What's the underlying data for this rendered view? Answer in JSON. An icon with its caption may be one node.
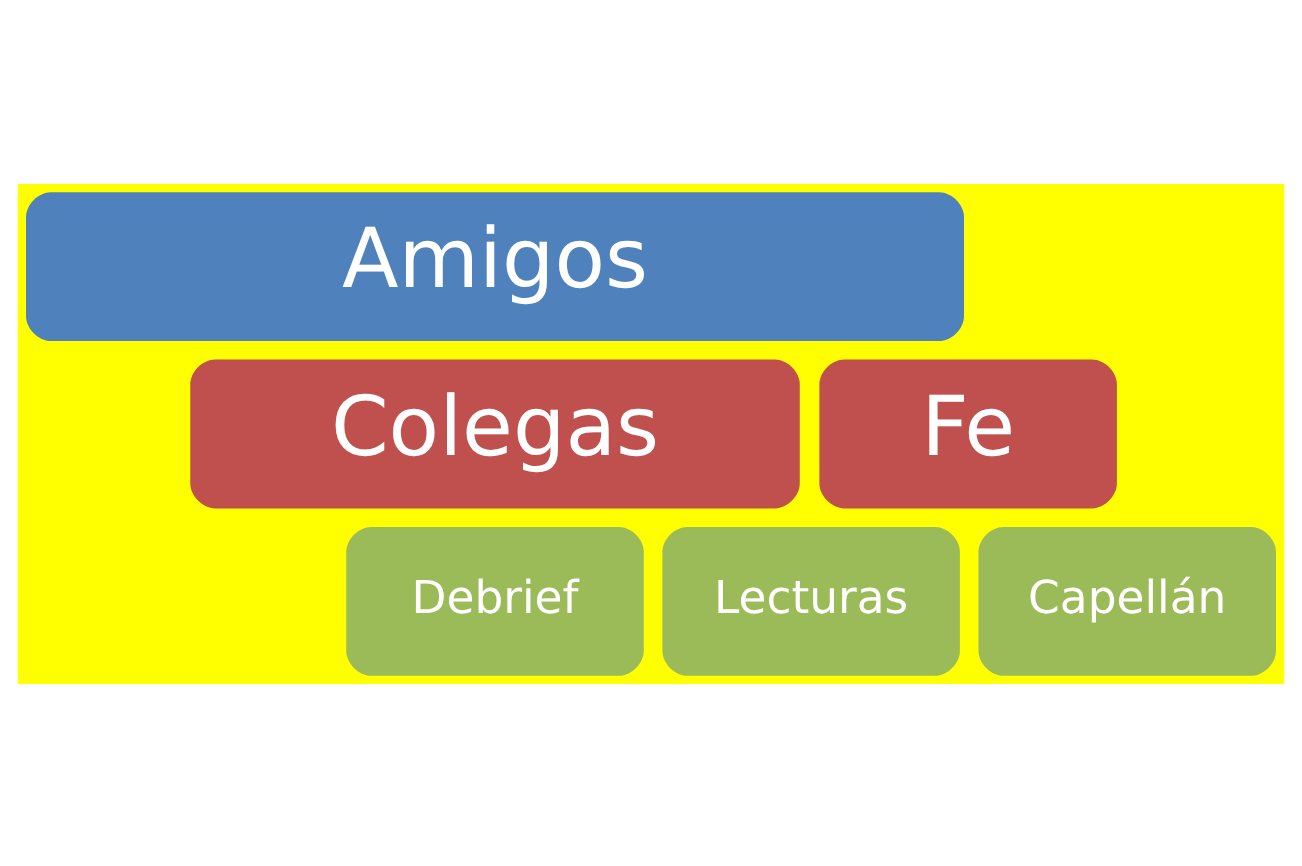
{
  "diagram": {
    "nodes": [
      {
        "text": [
          "Amigos"
        ]
      },
      {
        "text": [
          "Colegas"
        ]
      },
      {
        "text": [
          "Fe"
        ]
      },
      {
        "text": [
          "Debrief"
        ]
      },
      {
        "text": [
          "Lecturas"
        ]
      },
      {
        "text": [
          "Capellán"
        ]
      }
    ]
  }
}
